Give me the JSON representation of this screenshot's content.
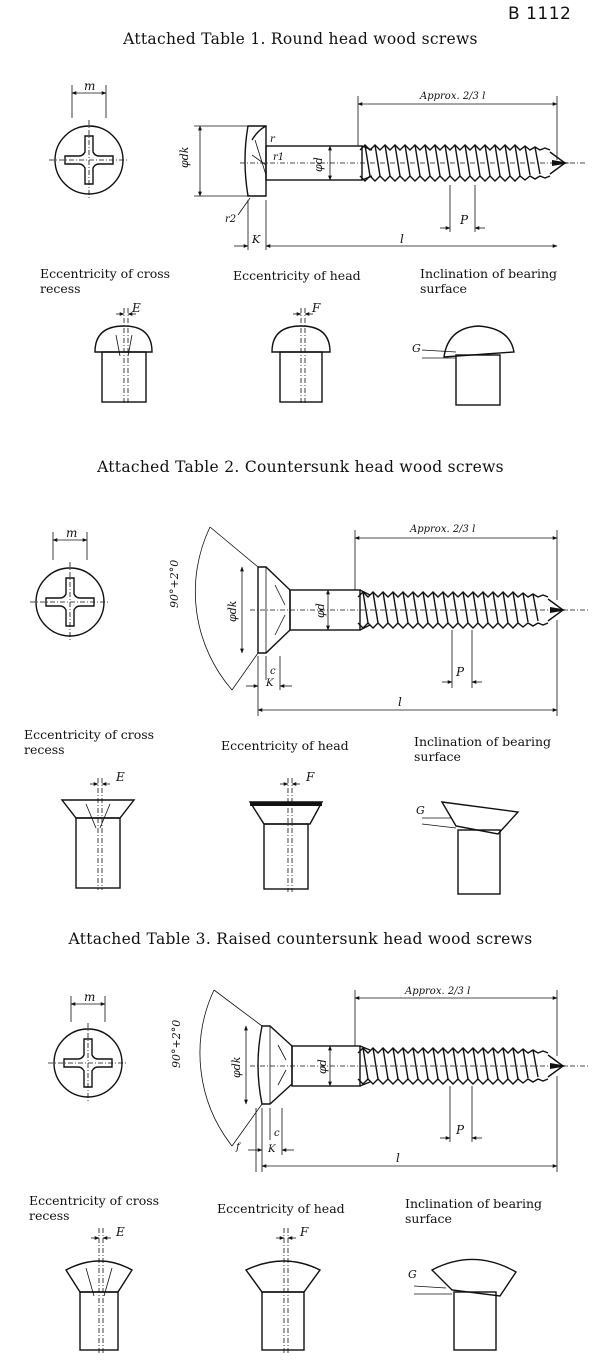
{
  "header": {
    "doc_code": "B 1112"
  },
  "sections": [
    {
      "title": "Attached Table 1.  Round head wood screws",
      "captions": [
        "Eccentricity of cross recess",
        "Eccentricity of head",
        "Inclination of bearing surface"
      ],
      "labels": {
        "m": "m",
        "dk": "φdk",
        "d": "φd",
        "r": "r",
        "r1": "r1",
        "r2": "r2",
        "k": "K",
        "l": "l",
        "p": "P",
        "approx": "Approx. 2/3 l",
        "e": "E",
        "f": "F",
        "g": "G"
      }
    },
    {
      "title": "Attached Table 2.  Countersunk head wood screws",
      "captions": [
        "Eccentricity of cross recess",
        "Eccentricity of head",
        "Inclination of bearing surface"
      ],
      "labels": {
        "m": "m",
        "dk": "φdk",
        "d": "φd",
        "angle": "90°+2°0",
        "c": "c",
        "k": "K",
        "l": "l",
        "p": "P",
        "approx": "Approx. 2/3 l",
        "e": "E",
        "f": "F",
        "g": "G"
      }
    },
    {
      "title": "Attached Table 3.  Raised countersunk head wood screws",
      "captions": [
        "Eccentricity of cross recess",
        "Eccentricity of head",
        "Inclination of bearing surface"
      ],
      "labels": {
        "m": "m",
        "dk": "φdk",
        "d": "φd",
        "angle": "90°+2°0",
        "c": "c",
        "f_small": "f",
        "k": "K",
        "l": "l",
        "p": "P",
        "approx": "Approx. 2/3 l",
        "e": "E",
        "f": "F",
        "g": "G"
      }
    }
  ]
}
